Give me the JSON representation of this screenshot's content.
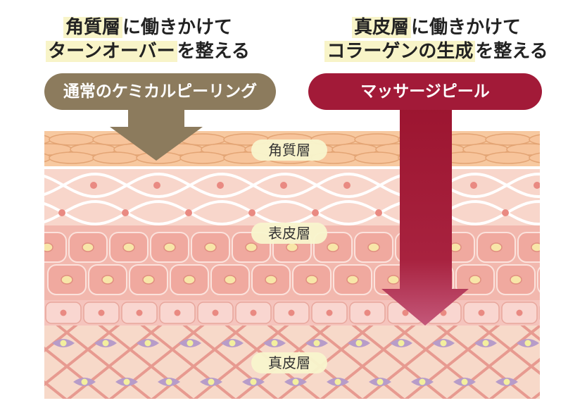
{
  "left": {
    "heading_highlight_1": "角質層",
    "heading_rest_1": "に働きかけて",
    "heading_highlight_2": "ターンオーバー",
    "heading_rest_2": "を整える",
    "pill_label": "通常のケミカルピーリング"
  },
  "right": {
    "heading_highlight_1": "真皮層",
    "heading_rest_1": "に働きかけて",
    "heading_highlight_2": "コラーゲンの生成",
    "heading_rest_2": "を整える",
    "pill_label": "マッサージピール"
  },
  "layers": {
    "horny": "角質層",
    "epidermis": "表皮層",
    "dermis": "真皮層"
  },
  "colors": {
    "left_accent": "#8c7b5d",
    "right_accent": "#a21a38",
    "highlight": "#f8f4c8"
  }
}
